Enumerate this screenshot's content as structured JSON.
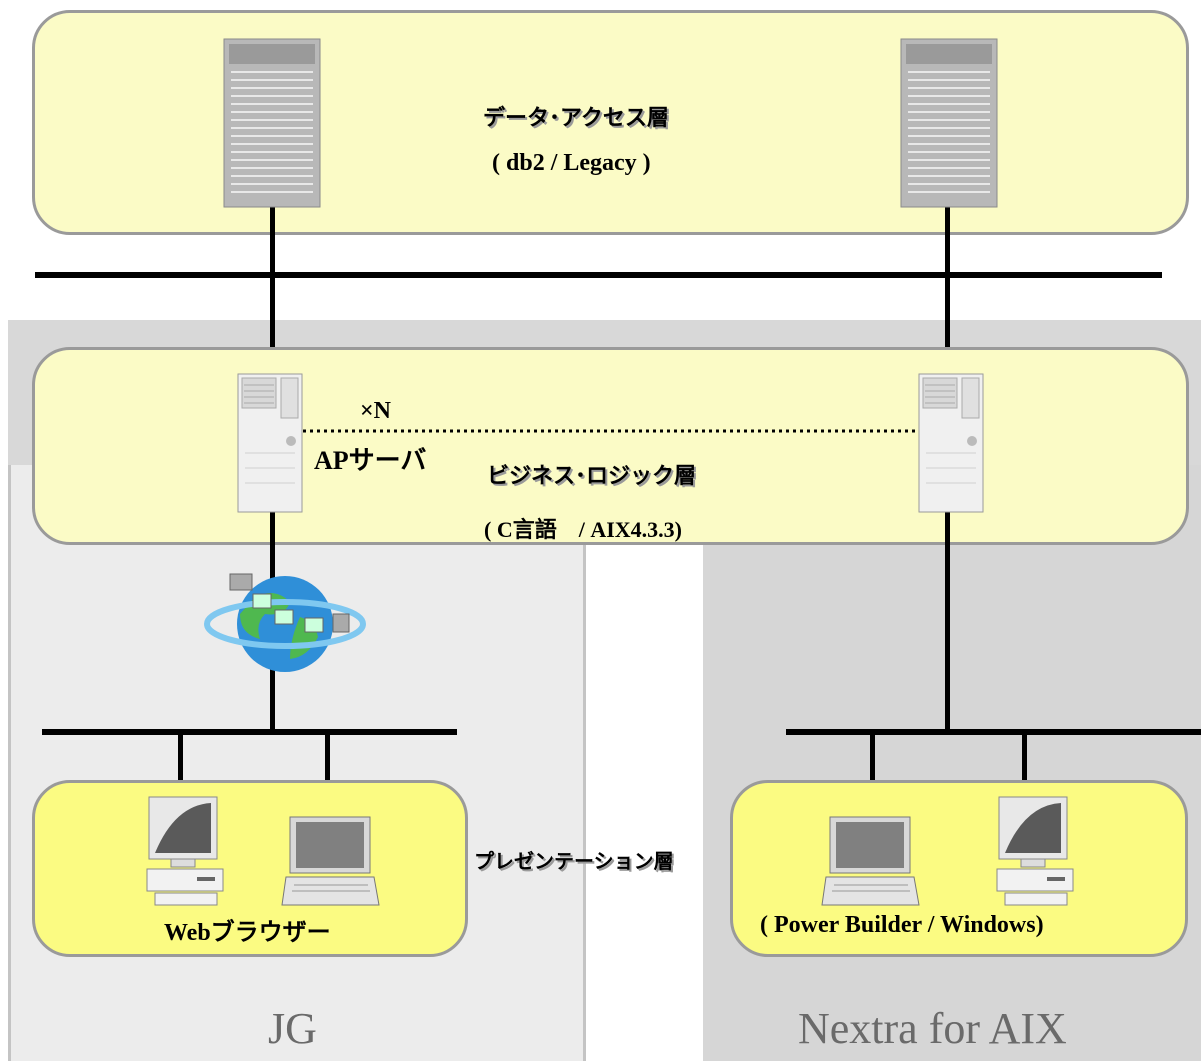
{
  "layers": {
    "data_access": "データ･アクセス層",
    "data_access_sub": "( db2 / Legacy )",
    "business_logic": "ビジネス･ロジック層",
    "business_logic_sub": "( C言語　/ AIX4.3.3)",
    "presentation": "プレゼンテーション層"
  },
  "labels": {
    "multiplier": "×N",
    "ap_server": "APサーバ",
    "web_browser": "Webブラウザー",
    "power_builder": "( Power Builder / Windows)"
  },
  "systems": {
    "left": "JG",
    "right": "Nextra for AIX"
  },
  "icons": [
    "server-tower-icon",
    "ap-server-icon",
    "internet-globe-icon",
    "desktop-pc-icon",
    "laptop-pc-icon"
  ],
  "colors": {
    "box_pale": "#fbfbc6",
    "box_yellow": "#fbfb82",
    "panel_gray": "#d6d6d6",
    "panel_light": "#ececec"
  }
}
